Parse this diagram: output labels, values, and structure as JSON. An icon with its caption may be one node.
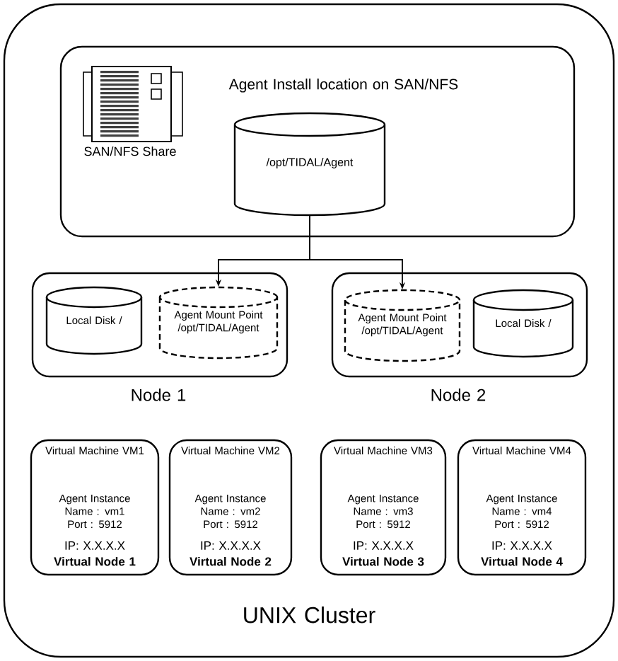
{
  "diagram": {
    "nodes": [
      {
        "text": [
          "UNIX Cluster"
        ]
      },
      {
        "text": [
          "Agent Install location on SAN/NFS"
        ],
        "in": 0
      },
      {
        "text": [
          "/opt/TIDAL/Agent"
        ],
        "in": 1
      },
      {
        "text": [
          "Node 1"
        ],
        "in": 0
      },
      {
        "text": [
          "Local Disk /"
        ],
        "in": 3
      },
      {
        "text": [
          "Agent Mount Point /opt/TIDAL/Agent"
        ],
        "in": 3
      },
      {
        "text": [
          "Node 2"
        ],
        "in": 0
      },
      {
        "text": [
          "Agent Mount Point /opt/TIDAL/Agent"
        ],
        "in": 6
      },
      {
        "text": [
          "Local Disk /"
        ],
        "in": 6
      },
      {
        "text": [
          "Virtual Machine VM1",
          "Agent Instance Name : vm1 Port : 5912",
          "IP: X.X.X.X",
          "Virtual Node 1"
        ],
        "in": 0
      },
      {
        "text": [
          "Virtual Machine VM2",
          "Agent Instance Name : vm2 Port : 5912",
          "IP: X.X.X.X",
          "Virtual Node 2"
        ],
        "in": 0
      },
      {
        "text": [
          "Virtual Machine VM3",
          "Agent Instance Name : vm3 Port : 5912",
          "IP: X.X.X.X",
          "Virtual Node 3"
        ],
        "in": 0
      },
      {
        "text": [
          "Virtual Machine VM4",
          "Agent Instance Name : vm4 Port : 5912",
          "IP: X.X.X.X",
          "Virtual Node 4"
        ],
        "in": 0
      }
    ],
    "edges": [
      {
        "from": 2,
        "to": 5,
        "arrow": "to"
      },
      {
        "from": 2,
        "to": 7,
        "arrow": "to"
      }
    ],
    "labels": [
      "SAN/NFS Share"
    ]
  }
}
